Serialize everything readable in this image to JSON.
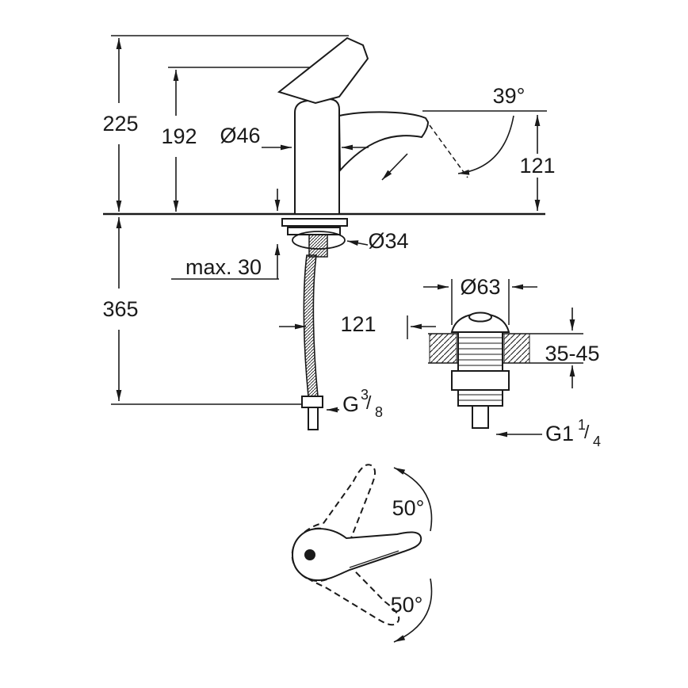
{
  "drawing": {
    "labels": {
      "height_total": "225",
      "height_body": "192",
      "dia_body": "Ø46",
      "angle_spout": "39°",
      "height_spout": "121",
      "dia_hole": "Ø34",
      "max_deck": "max. 30",
      "len_hose": "365",
      "reach": "121",
      "dia_flange": "Ø63",
      "deck_range": "35-45",
      "hose_thread_prefix": "G",
      "hose_thread_num": "3",
      "hose_thread_slash": "/",
      "hose_thread_den": "8",
      "waste_thread_prefix": "G1",
      "waste_thread_num": "1",
      "waste_thread_slash": "/",
      "waste_thread_den": "4",
      "angle_handle_up": "50°",
      "angle_handle_down": "50°"
    },
    "colors": {
      "ink": "#1a1a1a",
      "background": "#ffffff"
    }
  }
}
